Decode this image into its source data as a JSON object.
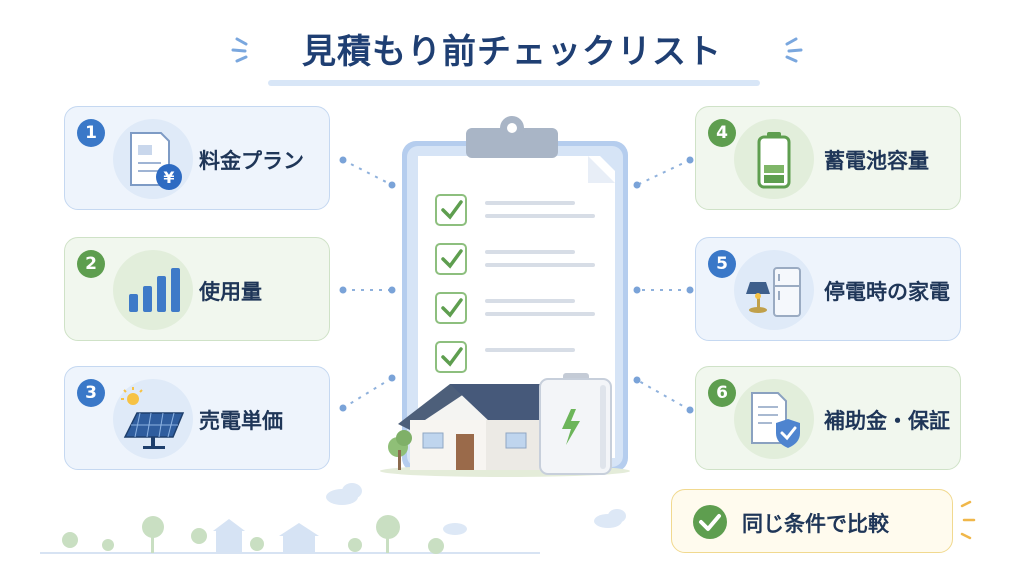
{
  "title": "見積もり前チェックリスト",
  "items": [
    {
      "number": "1",
      "label": "料金プラン",
      "icon": "bill-yen-icon"
    },
    {
      "number": "2",
      "label": "使用量",
      "icon": "bar-chart-icon"
    },
    {
      "number": "3",
      "label": "売電単価",
      "icon": "solar-panel-icon"
    },
    {
      "number": "4",
      "label": "蓄電池容量",
      "icon": "battery-icon"
    },
    {
      "number": "5",
      "label": "停電時の家電",
      "icon": "lamp-fridge-icon"
    },
    {
      "number": "6",
      "label": "補助金・保証",
      "icon": "document-shield-icon"
    }
  ],
  "compare_note": "同じ条件で比較",
  "colors": {
    "title": "#1f3f73",
    "blue_card": "#eef4fc",
    "green_card": "#f1f7ee",
    "accent_blue": "#3a78c8",
    "accent_green": "#5e9e4f",
    "note_bg": "#fffbee"
  }
}
